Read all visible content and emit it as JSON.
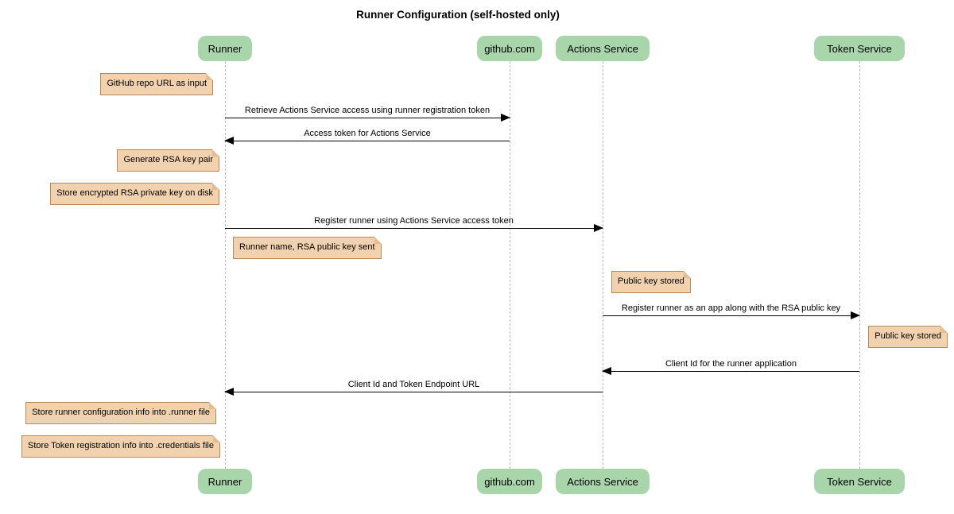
{
  "diagram": {
    "type": "sequence-diagram",
    "title": "Runner Configuration (self-hosted only)"
  },
  "colors": {
    "background": "#ffffff",
    "participant_fill": "#a8d6aa",
    "note_fill": "#f2d2ae",
    "note_border": "#b8895d",
    "lifeline": "#bbbbbb",
    "arrow": "#000000",
    "text": "#000000"
  },
  "participants": [
    {
      "label": "Runner"
    },
    {
      "label": "github.com"
    },
    {
      "label": "Actions Service"
    },
    {
      "label": "Token Service"
    }
  ],
  "messages": [
    {
      "from": "Runner",
      "to": "github.com",
      "label": "Retrieve Actions Service access using runner registration token"
    },
    {
      "from": "github.com",
      "to": "Runner",
      "label": "Access token for Actions Service"
    },
    {
      "from": "Runner",
      "to": "Actions Service",
      "label": "Register runner using Actions Service access token"
    },
    {
      "from": "Actions Service",
      "to": "Token Service",
      "label": "Register runner as an app along with the RSA public key"
    },
    {
      "from": "Token Service",
      "to": "Actions Service",
      "label": "Client Id for the runner application"
    },
    {
      "from": "Actions Service",
      "to": "Runner",
      "label": "Client Id and Token Endpoint URL"
    }
  ],
  "notes": [
    {
      "text": "GitHub repo URL as input",
      "attached_to": "Runner"
    },
    {
      "text": "Generate RSA key pair",
      "attached_to": "Runner"
    },
    {
      "text": "Store encrypted RSA private key on disk",
      "attached_to": "Runner"
    },
    {
      "text": "Runner name, RSA public key sent",
      "attached_to": "Runner"
    },
    {
      "text": "Public key stored",
      "attached_to": "Actions Service"
    },
    {
      "text": "Public key stored",
      "attached_to": "Token Service"
    },
    {
      "text": "Store runner configuration info into .runner file",
      "attached_to": "Runner"
    },
    {
      "text": "Store Token registration info into .credentials file",
      "attached_to": "Runner"
    }
  ]
}
